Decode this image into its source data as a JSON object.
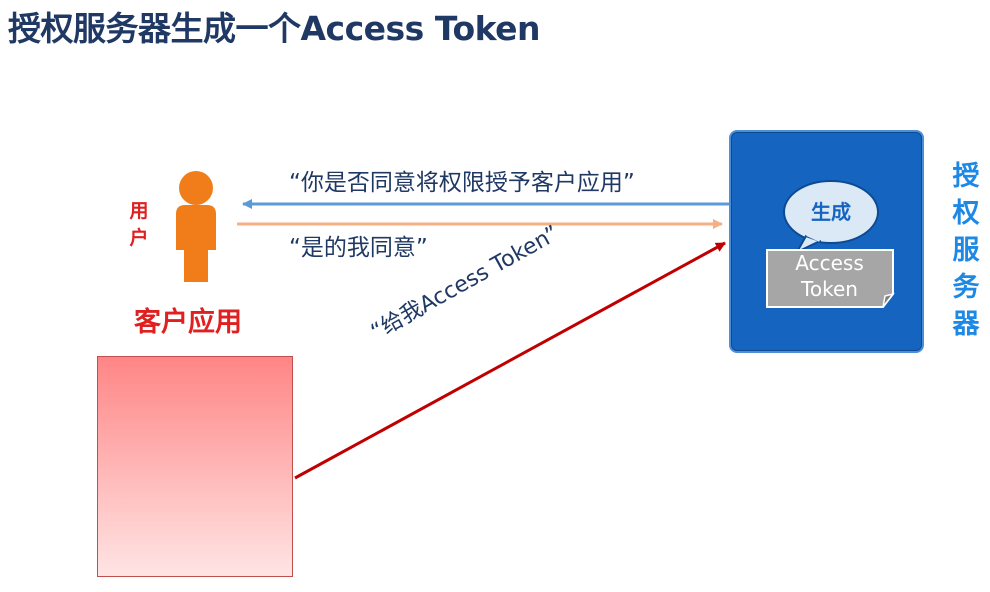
{
  "title": "授权服务器生成一个Access Token",
  "user": {
    "label": "用户",
    "icon": "person-icon",
    "color": "#f07d1a"
  },
  "client": {
    "label": "客户应用"
  },
  "server": {
    "label": "授权服务器",
    "bubble_text": "生成",
    "token_line1": "Access",
    "token_line2": "Token"
  },
  "arrows": {
    "consent_question": "“你是否同意将权限授予客户应用”",
    "consent_answer": "“是的我同意”",
    "token_request": "“给我Access Token”"
  },
  "colors": {
    "title": "#1f3864",
    "user_label": "#e02020",
    "server_fill": "#1565c0",
    "arrow_question": "#5b9bd5",
    "arrow_answer": "#f4b183",
    "arrow_request": "#c00000"
  }
}
